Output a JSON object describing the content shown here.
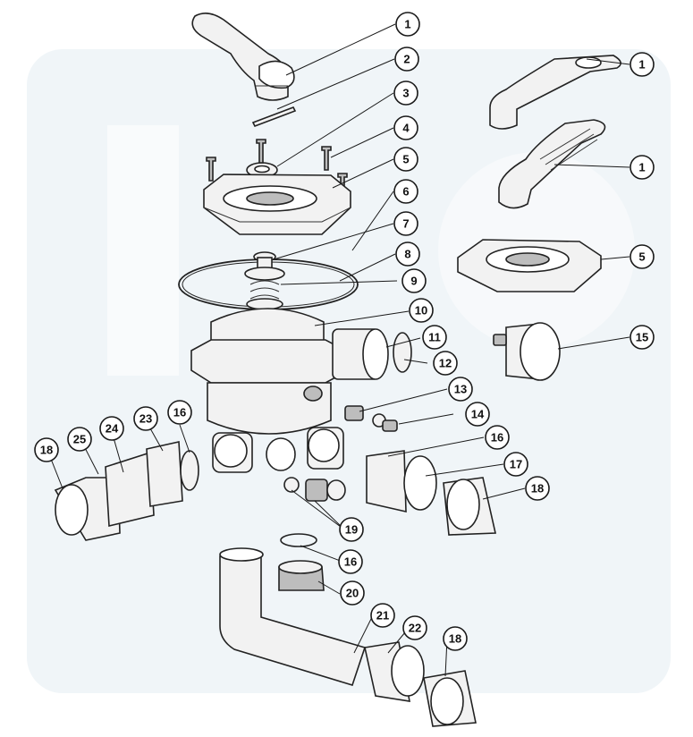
{
  "callouts": [
    {
      "label": "1"
    },
    {
      "label": "2"
    },
    {
      "label": "3"
    },
    {
      "label": "4"
    },
    {
      "label": "5"
    },
    {
      "label": "6"
    },
    {
      "label": "7"
    },
    {
      "label": "8"
    },
    {
      "label": "9"
    },
    {
      "label": "10"
    },
    {
      "label": "11"
    },
    {
      "label": "12"
    },
    {
      "label": "13"
    },
    {
      "label": "14"
    },
    {
      "label": "15"
    },
    {
      "label": "1"
    },
    {
      "label": "1"
    },
    {
      "label": "5"
    },
    {
      "label": "16"
    },
    {
      "label": "17"
    },
    {
      "label": "18"
    },
    {
      "label": "16"
    },
    {
      "label": "23"
    },
    {
      "label": "24"
    },
    {
      "label": "25"
    },
    {
      "label": "18"
    },
    {
      "label": "19"
    },
    {
      "label": "16"
    },
    {
      "label": "20"
    },
    {
      "label": "21"
    },
    {
      "label": "22"
    },
    {
      "label": "18"
    }
  ],
  "colors": {
    "watermark": "#e4ecf3",
    "line": "#1a1a1a",
    "part_fill": "#f2f2f2",
    "part_dark": "#bdbdbd"
  }
}
